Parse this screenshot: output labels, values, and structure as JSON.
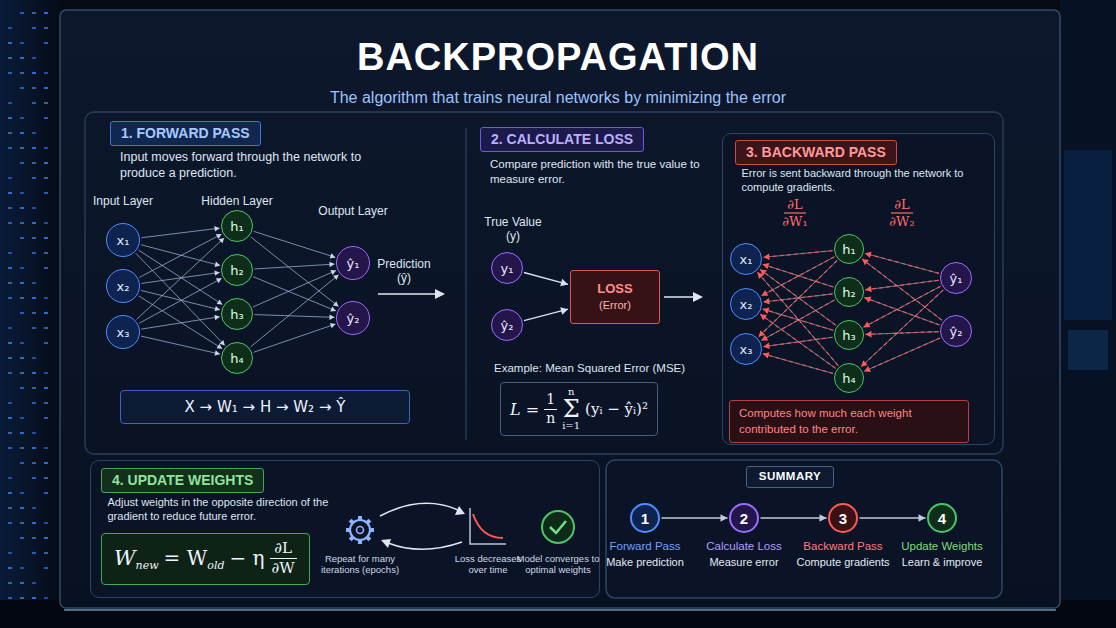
{
  "diagram": {
    "title": "BACKPROPAGATION",
    "caption": "The algorithm that trains neural networks by minimizing the error",
    "nodes": [
      {
        "text": [
          "Input moves forward through the network to produce a prediction."
        ]
      },
      {
        "text": [
          "1. FORWARD PASS"
        ],
        "in": 0
      },
      {
        "text": [
          "x₁"
        ],
        "in": 0
      },
      {
        "text": [
          "x₂"
        ],
        "in": 0
      },
      {
        "text": [
          "x₃"
        ],
        "in": 0
      },
      {
        "text": [
          "h₁"
        ],
        "in": 0
      },
      {
        "text": [
          "h₂"
        ],
        "in": 0
      },
      {
        "text": [
          "h₃"
        ],
        "in": 0
      },
      {
        "text": [
          "h₄"
        ],
        "in": 0
      },
      {
        "text": [
          "ŷ₁"
        ],
        "in": 0
      },
      {
        "text": [
          "ŷ₂"
        ],
        "in": 0
      },
      {
        "text": [
          "X → W₁ → H → W₂ → Ŷ"
        ],
        "in": 0
      },
      {
        "text": [
          "Compare prediction with the true value to measure error."
        ]
      },
      {
        "text": [
          "2. CALCULATE LOSS"
        ],
        "in": 12
      },
      {
        "text": [
          "y₁"
        ],
        "in": 12
      },
      {
        "text": [
          "ŷ₂"
        ],
        "in": 12
      },
      {
        "text": [
          "LOSS",
          "(Error)"
        ],
        "in": 12
      },
      {
        "text": [
          "L =",
          "1",
          "n",
          "n",
          "Σ",
          "i=1",
          "(yᵢ − ŷᵢ)²"
        ],
        "in": 12
      },
      {
        "text": [
          "Error is sent backward through the network to compute gradients."
        ]
      },
      {
        "text": [
          "3. BACKWARD PASS"
        ],
        "in": 18
      },
      {
        "text": [
          "x₁"
        ],
        "in": 18
      },
      {
        "text": [
          "x₂"
        ],
        "in": 18
      },
      {
        "text": [
          "x₃"
        ],
        "in": 18
      },
      {
        "text": [
          "h₁"
        ],
        "in": 18
      },
      {
        "text": [
          "h₂"
        ],
        "in": 18
      },
      {
        "text": [
          "h₃"
        ],
        "in": 18
      },
      {
        "text": [
          "h₄"
        ],
        "in": 18
      },
      {
        "text": [
          "ŷ₁"
        ],
        "in": 18
      },
      {
        "text": [
          "ŷ₂"
        ],
        "in": 18
      },
      {
        "text": [
          "Computes how much each weight contributed to the error."
        ],
        "in": 18
      },
      {
        "text": [
          "Adjust weights in the opposite direction of the gradient to reduce future error."
        ]
      },
      {
        "text": [
          "4. UPDATE WEIGHTS"
        ],
        "in": 30
      },
      {
        "text": [
          "W",
          "new",
          "= W",
          "old",
          "− η",
          "∂L",
          "∂W"
        ],
        "in": 30
      },
      {
        "text": [
          "SUMMARY"
        ]
      },
      {
        "text": [
          "1",
          "Forward Pass",
          "Make prediction"
        ]
      },
      {
        "text": [
          "2",
          "Calculate Loss",
          "Measure error"
        ]
      },
      {
        "text": [
          "3",
          "Backward Pass",
          "Compute gradients"
        ]
      },
      {
        "text": [
          "4",
          "Update Weights",
          "Learn & improve"
        ]
      }
    ],
    "edges": [
      {
        "from": 2,
        "to": 5,
        "arrow": "to"
      },
      {
        "from": 2,
        "to": 6,
        "arrow": "to"
      },
      {
        "from": 2,
        "to": 7,
        "arrow": "to"
      },
      {
        "from": 2,
        "to": 8,
        "arrow": "to"
      },
      {
        "from": 3,
        "to": 5,
        "arrow": "to"
      },
      {
        "from": 3,
        "to": 6,
        "arrow": "to"
      },
      {
        "from": 3,
        "to": 7,
        "arrow": "to"
      },
      {
        "from": 3,
        "to": 8,
        "arrow": "to"
      },
      {
        "from": 4,
        "to": 5,
        "arrow": "to"
      },
      {
        "from": 4,
        "to": 6,
        "arrow": "to"
      },
      {
        "from": 4,
        "to": 7,
        "arrow": "to"
      },
      {
        "from": 4,
        "to": 8,
        "arrow": "to"
      },
      {
        "from": 5,
        "to": 9,
        "arrow": "to"
      },
      {
        "from": 5,
        "to": 10,
        "arrow": "to"
      },
      {
        "from": 6,
        "to": 9,
        "arrow": "to"
      },
      {
        "from": 6,
        "to": 10,
        "arrow": "to"
      },
      {
        "from": 7,
        "to": 9,
        "arrow": "to"
      },
      {
        "from": 7,
        "to": 10,
        "arrow": "to"
      },
      {
        "from": 8,
        "to": 9,
        "arrow": "to"
      },
      {
        "from": 8,
        "to": 10,
        "arrow": "to"
      },
      {
        "from": 14,
        "to": 16,
        "arrow": "to"
      },
      {
        "from": 15,
        "to": 16,
        "arrow": "to"
      },
      {
        "from": 23,
        "to": 20,
        "arrow": "to"
      },
      {
        "from": 23,
        "to": 21,
        "arrow": "to"
      },
      {
        "from": 23,
        "to": 22,
        "arrow": "to"
      },
      {
        "from": 24,
        "to": 20,
        "arrow": "to"
      },
      {
        "from": 24,
        "to": 21,
        "arrow": "to"
      },
      {
        "from": 24,
        "to": 22,
        "arrow": "to"
      },
      {
        "from": 25,
        "to": 20,
        "arrow": "to"
      },
      {
        "from": 25,
        "to": 21,
        "arrow": "to"
      },
      {
        "from": 25,
        "to": 22,
        "arrow": "to"
      },
      {
        "from": 26,
        "to": 20,
        "arrow": "to"
      },
      {
        "from": 26,
        "to": 21,
        "arrow": "to"
      },
      {
        "from": 26,
        "to": 22,
        "arrow": "to"
      },
      {
        "from": 27,
        "to": 23,
        "arrow": "to"
      },
      {
        "from": 27,
        "to": 24,
        "arrow": "to"
      },
      {
        "from": 27,
        "to": 25,
        "arrow": "to"
      },
      {
        "from": 27,
        "to": 26,
        "arrow": "to"
      },
      {
        "from": 28,
        "to": 23,
        "arrow": "to"
      },
      {
        "from": 28,
        "to": 24,
        "arrow": "to"
      },
      {
        "from": 28,
        "to": 25,
        "arrow": "to"
      },
      {
        "from": 28,
        "to": 26,
        "arrow": "to"
      },
      {
        "from": 34,
        "to": 35,
        "arrow": "to"
      },
      {
        "from": 35,
        "to": 36,
        "arrow": "to"
      },
      {
        "from": 36,
        "to": 37,
        "arrow": "to"
      }
    ],
    "labels": [
      "Input Layer",
      "Hidden Layer",
      "Output Layer",
      "Prediction (ŷ)",
      "True Value (y)",
      "Example: Mean Squared Error (MSE)",
      "∂L",
      "∂W₁",
      "∂L",
      "∂W₂",
      "Repeat for many iterations (epochs)",
      "Loss decreases over time",
      "Model converges to optimal weights"
    ]
  }
}
